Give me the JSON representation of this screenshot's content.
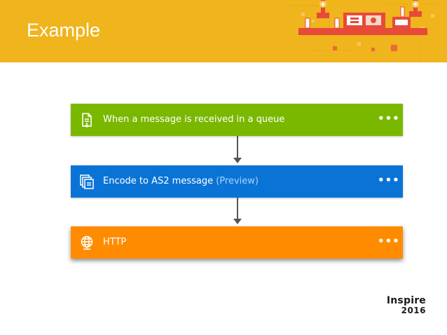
{
  "slide": {
    "title": "Example"
  },
  "workflow": {
    "steps": [
      {
        "label": "When a message is received in a queue",
        "icon": "queue-message-icon",
        "color": "#7ab800",
        "menu": "•••"
      },
      {
        "label": "Encode to AS2 message",
        "label_suffix": "(Preview)",
        "icon": "as2-encode-icon",
        "color": "#0a74d6",
        "menu": "•••"
      },
      {
        "label": "HTTP",
        "icon": "globe-icon",
        "color": "#ff8c00",
        "menu": "•••"
      }
    ]
  },
  "branding": {
    "name": "Inspire",
    "year": "2016"
  },
  "colors": {
    "header": "#f0b41c",
    "accent_red": "#e84a3a"
  }
}
